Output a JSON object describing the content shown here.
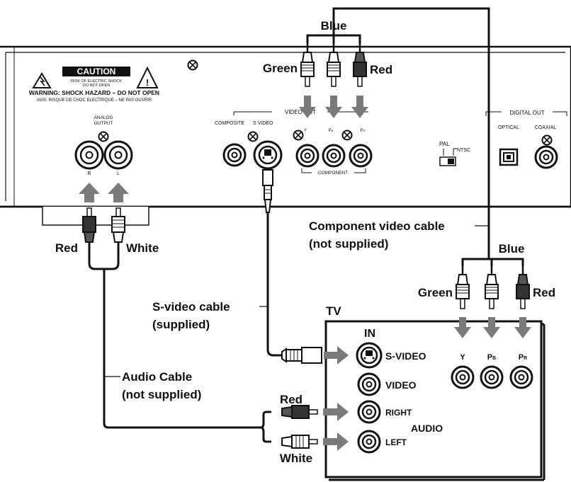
{
  "caution": {
    "title": "CAUTION",
    "risk_line1": "RISK OF ELECTRIC SHOCK",
    "risk_line2": "DO NOT OPEN",
    "warning": "WARNING: SHOCK HAZARD – DO NOT OPEN",
    "avis": "AVIS: RISQUE DE CHOC ELECTRIQUE – NE PAS OUVRIR"
  },
  "player_panel": {
    "analog_output_line1": "ANALOG",
    "analog_output_line2": "OUTPUT",
    "jack_r": "R",
    "jack_l": "L",
    "video_out": "VIDEO OUT",
    "composite": "COMPOSITE",
    "s_video": "S  VIDEO",
    "y": "Y",
    "pb": "P",
    "pb_sub": "B",
    "pr": "P",
    "pr_sub": "R",
    "component": "COMPONENT",
    "pal": "PAL",
    "ntsc": "NTSC",
    "digital_out": "DIGITAL OUT",
    "optical": "OPTICAL",
    "coaxial": "COAXIAL"
  },
  "top_plugs": {
    "blue": "Blue",
    "green": "Green",
    "red": "Red"
  },
  "audio_plugs": {
    "red": "Red",
    "white": "White"
  },
  "component_cable": {
    "line1": "Component video cable",
    "line2": "(not supplied)"
  },
  "svideo_cable": {
    "line1": "S-video cable",
    "line2": "(supplied)"
  },
  "audio_cable": {
    "line1": "Audio Cable",
    "line2": "(not supplied)"
  },
  "tv_plugs": {
    "blue": "Blue",
    "green": "Green",
    "red": "Red"
  },
  "tv_audio_plugs": {
    "red": "Red",
    "white": "White"
  },
  "tv": {
    "title": "TV",
    "in": "IN",
    "s_video": "S-VIDEO",
    "video": "VIDEO",
    "right": "RIGHT",
    "left": "LEFT",
    "audio": "AUDIO",
    "y": "Y",
    "pb": "P",
    "pb_sub": "B",
    "pr": "P",
    "pr_sub": "R"
  },
  "colors": {
    "line": "#111111",
    "arrow": "#7a7a7a",
    "panel": "#ffffff"
  }
}
